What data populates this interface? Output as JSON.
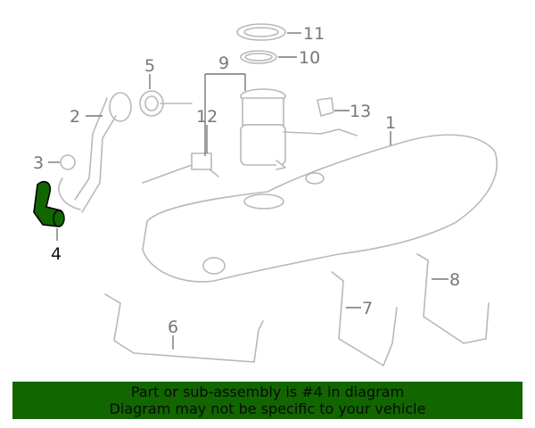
{
  "diagram": {
    "callouts": [
      {
        "id": "11",
        "text": "11"
      },
      {
        "id": "10",
        "text": "10"
      },
      {
        "id": "9",
        "text": "9"
      },
      {
        "id": "5",
        "text": "5"
      },
      {
        "id": "2",
        "text": "2"
      },
      {
        "id": "12",
        "text": "12"
      },
      {
        "id": "13",
        "text": "13"
      },
      {
        "id": "1",
        "text": "1"
      },
      {
        "id": "3",
        "text": "3"
      },
      {
        "id": "4",
        "text": "4"
      },
      {
        "id": "6",
        "text": "6"
      },
      {
        "id": "7",
        "text": "7"
      },
      {
        "id": "8",
        "text": "8"
      }
    ],
    "highlighted_part": "4",
    "highlight_color": "#116600"
  },
  "banner": {
    "line1": "Part or sub-assembly is #4 in diagram",
    "line2": "Diagram may not be specific to your vehicle",
    "color": "#116600"
  }
}
